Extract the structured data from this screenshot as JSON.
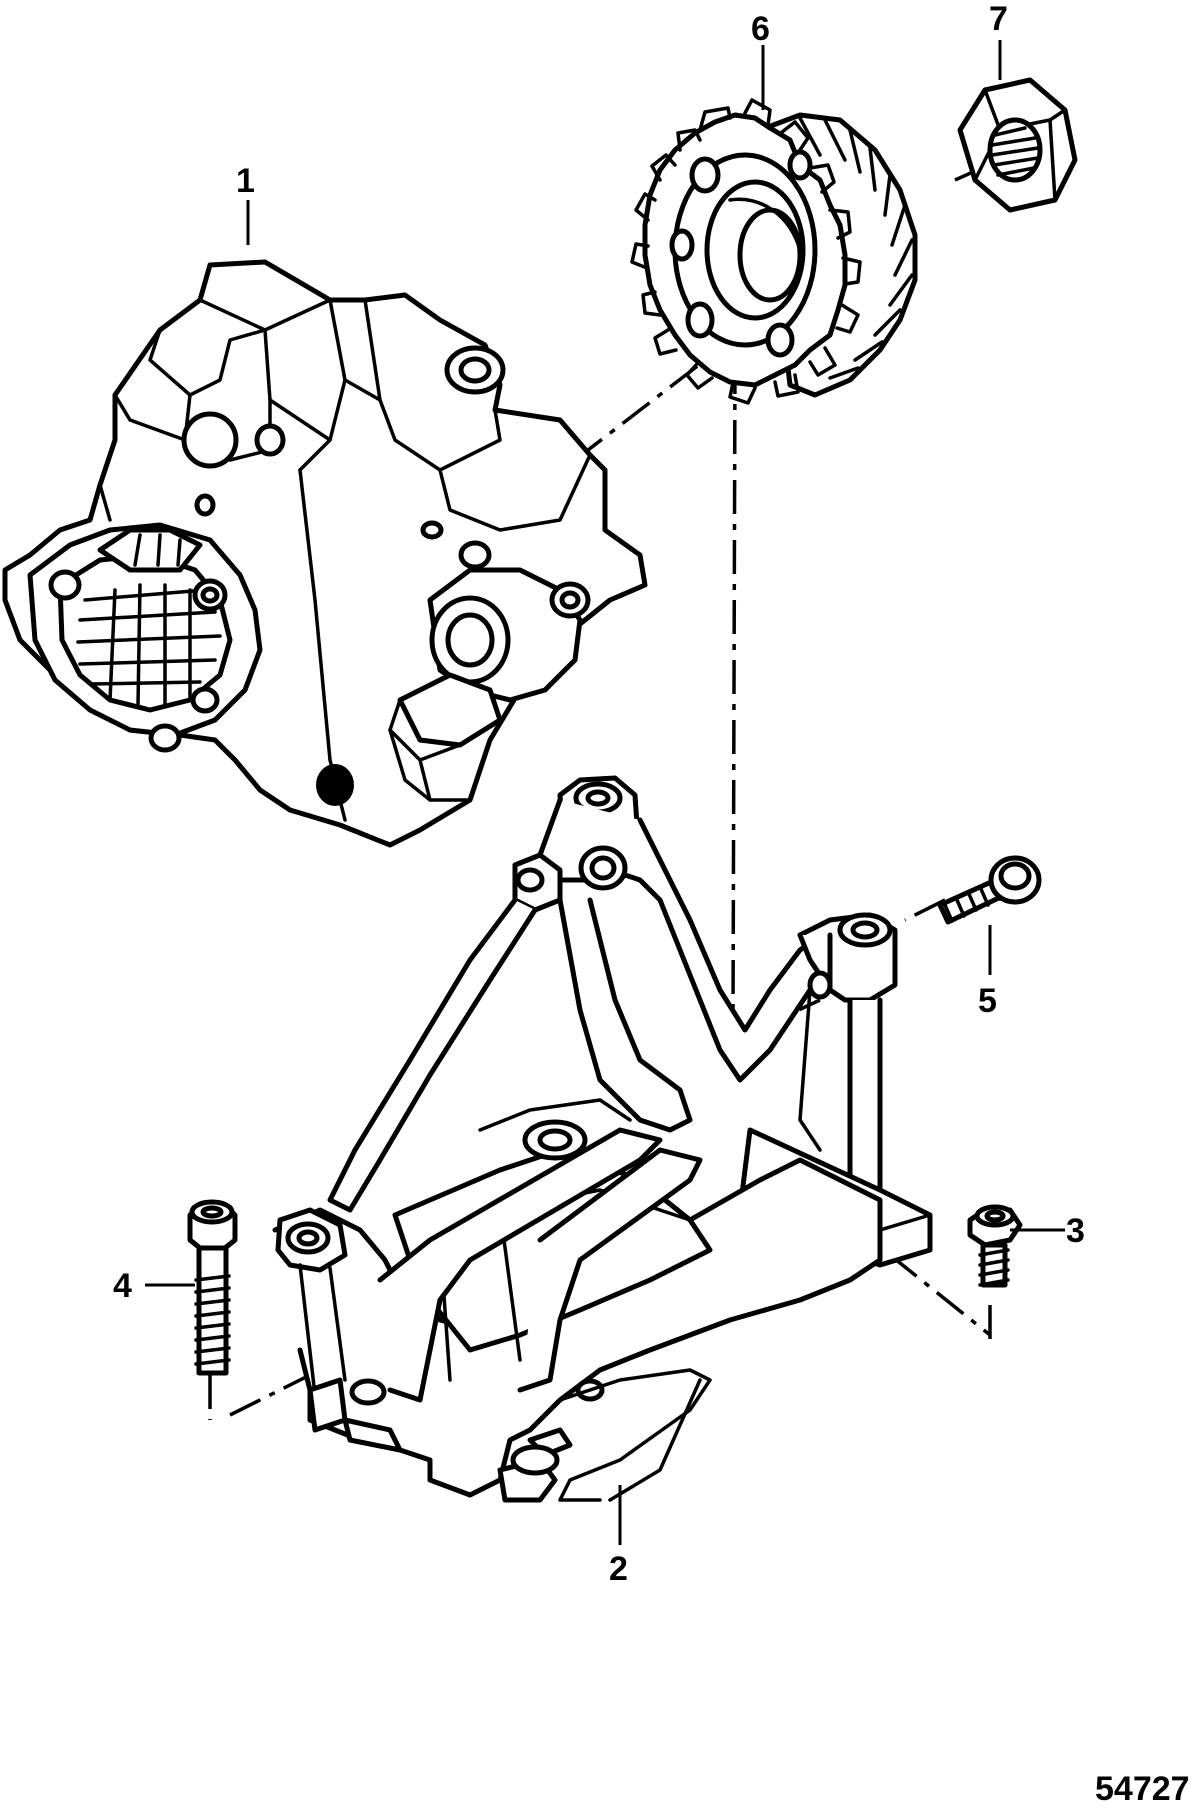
{
  "callouts": [
    {
      "id": "1",
      "label": "1"
    },
    {
      "id": "2",
      "label": "2"
    },
    {
      "id": "3",
      "label": "3"
    },
    {
      "id": "4",
      "label": "4"
    },
    {
      "id": "5",
      "label": "5"
    },
    {
      "id": "6",
      "label": "6"
    },
    {
      "id": "7",
      "label": "7"
    }
  ],
  "figure_number": "54727"
}
